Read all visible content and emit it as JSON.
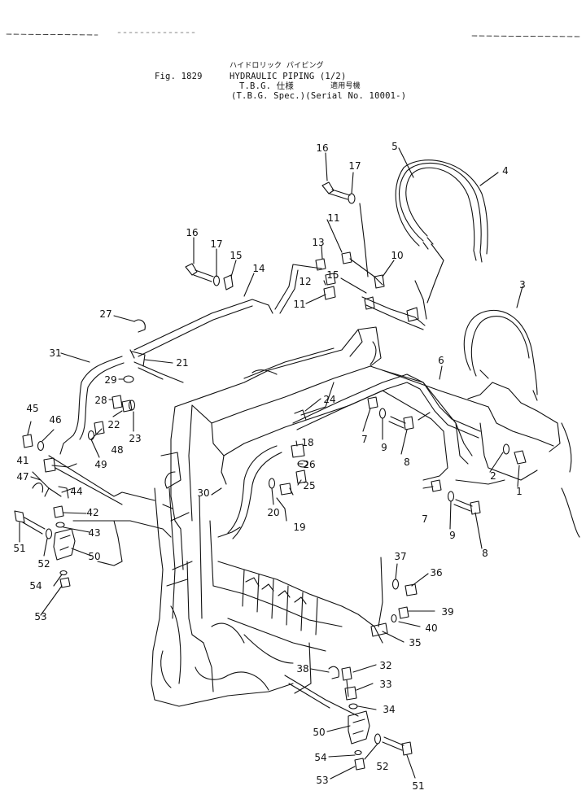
{
  "header": {
    "jp_title": "ハイドロリック パイピング",
    "fig_number": "Fig. 1829",
    "title": "HYDRAULIC PIPING (1/2)",
    "spec_jp": "T.B.G. 仕様",
    "serial_jp": "適用号機",
    "spec_en": "(T.B.G. Spec.)(Serial No. 10001-)"
  },
  "colors": {
    "ink": "#111111",
    "paper": "#ffffff"
  },
  "callouts": [
    {
      "id": "c1",
      "text": "1"
    },
    {
      "id": "c2",
      "text": "2"
    },
    {
      "id": "c3",
      "text": "3"
    },
    {
      "id": "c4",
      "text": "4"
    },
    {
      "id": "c5",
      "text": "5"
    },
    {
      "id": "c6",
      "text": "6"
    },
    {
      "id": "c7a",
      "text": "7"
    },
    {
      "id": "c7b",
      "text": "7"
    },
    {
      "id": "c8a",
      "text": "8"
    },
    {
      "id": "c8b",
      "text": "8"
    },
    {
      "id": "c9a",
      "text": "9"
    },
    {
      "id": "c9b",
      "text": "9"
    },
    {
      "id": "c10",
      "text": "10"
    },
    {
      "id": "c11a",
      "text": "11"
    },
    {
      "id": "c11b",
      "text": "11"
    },
    {
      "id": "c12",
      "text": "12"
    },
    {
      "id": "c13",
      "text": "13"
    },
    {
      "id": "c14",
      "text": "14"
    },
    {
      "id": "c15a",
      "text": "15"
    },
    {
      "id": "c15b",
      "text": "15"
    },
    {
      "id": "c16a",
      "text": "16"
    },
    {
      "id": "c16b",
      "text": "16"
    },
    {
      "id": "c17a",
      "text": "17"
    },
    {
      "id": "c17b",
      "text": "17"
    },
    {
      "id": "c18",
      "text": "18"
    },
    {
      "id": "c19",
      "text": "19"
    },
    {
      "id": "c20",
      "text": "20"
    },
    {
      "id": "c21",
      "text": "21"
    },
    {
      "id": "c22",
      "text": "22"
    },
    {
      "id": "c23",
      "text": "23"
    },
    {
      "id": "c24",
      "text": "24"
    },
    {
      "id": "c25",
      "text": "25"
    },
    {
      "id": "c26",
      "text": "26"
    },
    {
      "id": "c27",
      "text": "27"
    },
    {
      "id": "c28",
      "text": "28"
    },
    {
      "id": "c29",
      "text": "29"
    },
    {
      "id": "c30",
      "text": "30"
    },
    {
      "id": "c31",
      "text": "31"
    },
    {
      "id": "c32",
      "text": "32"
    },
    {
      "id": "c33",
      "text": "33"
    },
    {
      "id": "c34",
      "text": "34"
    },
    {
      "id": "c35",
      "text": "35"
    },
    {
      "id": "c36",
      "text": "36"
    },
    {
      "id": "c37",
      "text": "37"
    },
    {
      "id": "c38",
      "text": "38"
    },
    {
      "id": "c39",
      "text": "39"
    },
    {
      "id": "c40",
      "text": "40"
    },
    {
      "id": "c41",
      "text": "41"
    },
    {
      "id": "c42",
      "text": "42"
    },
    {
      "id": "c43",
      "text": "43"
    },
    {
      "id": "c44",
      "text": "44"
    },
    {
      "id": "c45",
      "text": "45"
    },
    {
      "id": "c46",
      "text": "46"
    },
    {
      "id": "c47",
      "text": "47"
    },
    {
      "id": "c48",
      "text": "48"
    },
    {
      "id": "c49",
      "text": "49"
    },
    {
      "id": "c50a",
      "text": "50"
    },
    {
      "id": "c50b",
      "text": "50"
    },
    {
      "id": "c51a",
      "text": "51"
    },
    {
      "id": "c51b",
      "text": "51"
    },
    {
      "id": "c52a",
      "text": "52"
    },
    {
      "id": "c52b",
      "text": "52"
    },
    {
      "id": "c53a",
      "text": "53"
    },
    {
      "id": "c53b",
      "text": "53"
    },
    {
      "id": "c54a",
      "text": "54"
    },
    {
      "id": "c54b",
      "text": "54"
    }
  ]
}
